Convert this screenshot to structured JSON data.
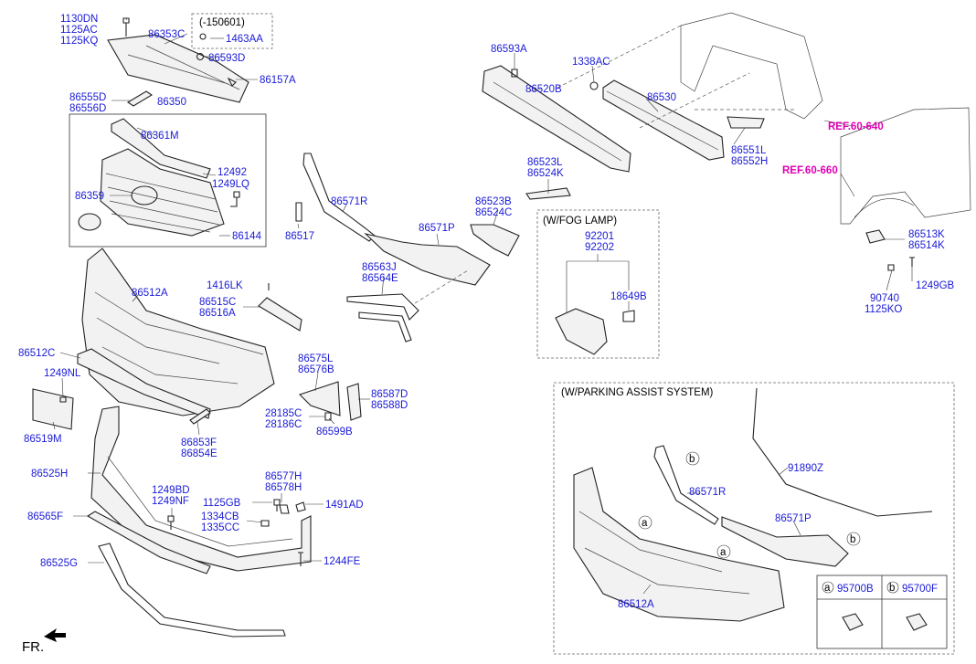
{
  "diagram": {
    "boxes": {
      "top_variant": "(-150601)",
      "fog_lamp": "(W/FOG LAMP)",
      "parking_assist": "(W/PARKING ASSIST SYSTEM)"
    },
    "references": [
      "REF.60-640",
      "REF.60-660"
    ],
    "direction": "FR.",
    "legend": {
      "a_marker": "a",
      "a_part": "95700B",
      "b_marker": "b",
      "b_part": "95700F"
    },
    "markers": [
      "a",
      "a",
      "b",
      "b"
    ],
    "parts": [
      {
        "id": "1130DN",
        "text": "1130DN"
      },
      {
        "id": "1125AC",
        "text": "1125AC"
      },
      {
        "id": "1125KQ",
        "text": "1125KQ"
      },
      {
        "id": "86353C",
        "text": "86353C"
      },
      {
        "id": "1463AA",
        "text": "1463AA"
      },
      {
        "id": "86593D",
        "text": "86593D"
      },
      {
        "id": "86157A",
        "text": "86157A"
      },
      {
        "id": "86555D",
        "text": "86555D"
      },
      {
        "id": "86556D",
        "text": "86556D"
      },
      {
        "id": "86350",
        "text": "86350"
      },
      {
        "id": "86361M",
        "text": "86361M"
      },
      {
        "id": "12492",
        "text": "12492"
      },
      {
        "id": "1249LQ",
        "text": "1249LQ"
      },
      {
        "id": "86359",
        "text": "86359"
      },
      {
        "id": "86144",
        "text": "86144"
      },
      {
        "id": "86593A",
        "text": "86593A"
      },
      {
        "id": "1338AC",
        "text": "1338AC"
      },
      {
        "id": "86520B",
        "text": "86520B"
      },
      {
        "id": "86530",
        "text": "86530"
      },
      {
        "id": "86551L",
        "text": "86551L"
      },
      {
        "id": "86552H",
        "text": "86552H"
      },
      {
        "id": "86523L",
        "text": "86523L"
      },
      {
        "id": "86524K",
        "text": "86524K"
      },
      {
        "id": "86523B",
        "text": "86523B"
      },
      {
        "id": "86524C",
        "text": "86524C"
      },
      {
        "id": "86571R",
        "text": "86571R"
      },
      {
        "id": "86517",
        "text": "86517"
      },
      {
        "id": "86571P",
        "text": "86571P"
      },
      {
        "id": "86563J",
        "text": "86563J"
      },
      {
        "id": "86564E",
        "text": "86564E"
      },
      {
        "id": "92201",
        "text": "92201"
      },
      {
        "id": "92202",
        "text": "92202"
      },
      {
        "id": "18649B",
        "text": "18649B"
      },
      {
        "id": "86513K",
        "text": "86513K"
      },
      {
        "id": "86514K",
        "text": "86514K"
      },
      {
        "id": "1249GB",
        "text": "1249GB"
      },
      {
        "id": "90740",
        "text": "90740"
      },
      {
        "id": "1125KO",
        "text": "1125KO"
      },
      {
        "id": "86512A",
        "text": "86512A"
      },
      {
        "id": "1416LK",
        "text": "1416LK"
      },
      {
        "id": "86515C",
        "text": "86515C"
      },
      {
        "id": "86516A",
        "text": "86516A"
      },
      {
        "id": "86512C",
        "text": "86512C"
      },
      {
        "id": "1249NL",
        "text": "1249NL"
      },
      {
        "id": "86575L",
        "text": "86575L"
      },
      {
        "id": "86576B",
        "text": "86576B"
      },
      {
        "id": "86587D",
        "text": "86587D"
      },
      {
        "id": "86588D",
        "text": "86588D"
      },
      {
        "id": "28185C",
        "text": "28185C"
      },
      {
        "id": "28186C",
        "text": "28186C"
      },
      {
        "id": "86599B",
        "text": "86599B"
      },
      {
        "id": "86519M",
        "text": "86519M"
      },
      {
        "id": "86853F",
        "text": "86853F"
      },
      {
        "id": "86854E",
        "text": "86854E"
      },
      {
        "id": "86525H",
        "text": "86525H"
      },
      {
        "id": "1249BD",
        "text": "1249BD"
      },
      {
        "id": "1249NF",
        "text": "1249NF"
      },
      {
        "id": "86577H",
        "text": "86577H"
      },
      {
        "id": "86578H",
        "text": "86578H"
      },
      {
        "id": "1125GB",
        "text": "1125GB"
      },
      {
        "id": "1491AD",
        "text": "1491AD"
      },
      {
        "id": "1334CB",
        "text": "1334CB"
      },
      {
        "id": "1335CC",
        "text": "1335CC"
      },
      {
        "id": "86565F",
        "text": "86565F"
      },
      {
        "id": "1244FE",
        "text": "1244FE"
      },
      {
        "id": "86525G",
        "text": "86525G"
      },
      {
        "id": "91890Z",
        "text": "91890Z"
      },
      {
        "id": "86571R_pas",
        "text": "86571R"
      },
      {
        "id": "86571P_pas",
        "text": "86571P"
      },
      {
        "id": "86512A_pas",
        "text": "86512A"
      }
    ]
  }
}
